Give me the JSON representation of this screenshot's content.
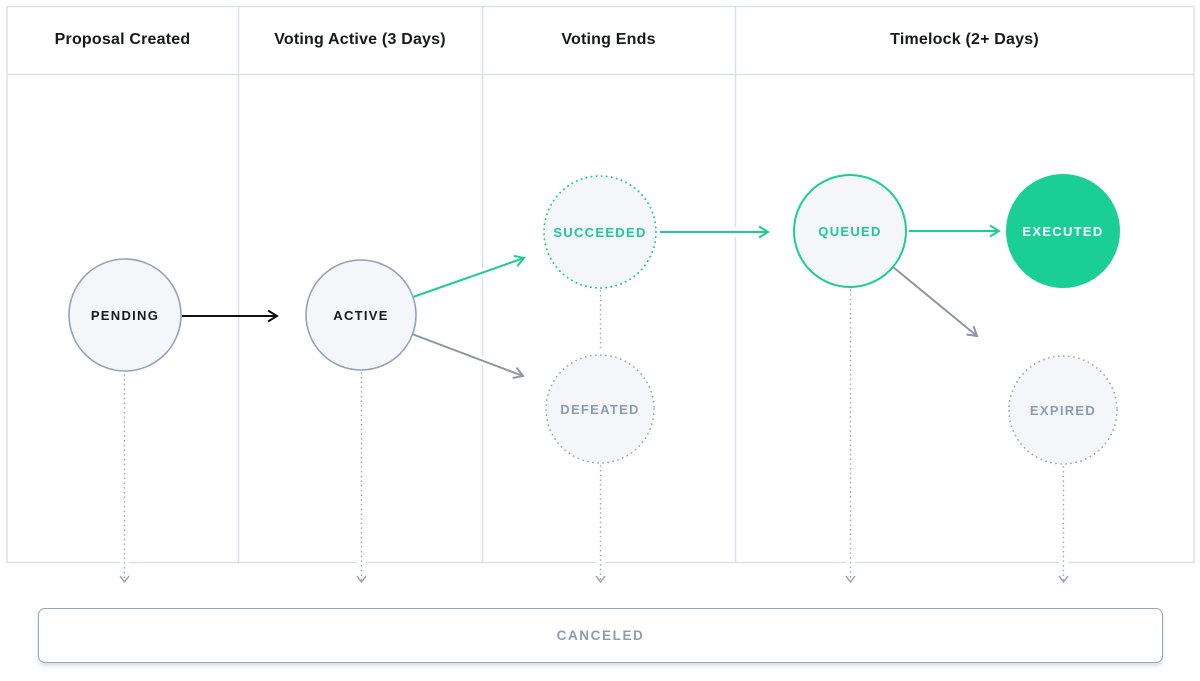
{
  "phases": [
    {
      "label": "Proposal Created"
    },
    {
      "label": "Voting Active (3 Days)"
    },
    {
      "label": "Voting Ends"
    },
    {
      "label": "Timelock (2+ Days)"
    }
  ],
  "states": [
    {
      "id": "pending",
      "label": "PENDING",
      "style": "solid-slate"
    },
    {
      "id": "active",
      "label": "ACTIVE",
      "style": "solid-slate"
    },
    {
      "id": "succeeded",
      "label": "SUCCEEDED",
      "style": "dotted-green"
    },
    {
      "id": "defeated",
      "label": "DEFEATED",
      "style": "dotted-gray"
    },
    {
      "id": "queued",
      "label": "QUEUED",
      "style": "solid-green"
    },
    {
      "id": "executed",
      "label": "EXECUTED",
      "style": "filled-green"
    },
    {
      "id": "expired",
      "label": "EXPIRED",
      "style": "dotted-gray"
    },
    {
      "id": "canceled",
      "label": "CANCELED",
      "style": "bar"
    }
  ],
  "transitions": [
    {
      "from": "pending",
      "to": "active",
      "style": "black-solid"
    },
    {
      "from": "active",
      "to": "succeeded",
      "style": "green-solid"
    },
    {
      "from": "active",
      "to": "defeated",
      "style": "gray-solid"
    },
    {
      "from": "succeeded",
      "to": "queued",
      "style": "green-solid"
    },
    {
      "from": "queued",
      "to": "executed",
      "style": "green-solid"
    },
    {
      "from": "queued",
      "to": "expired",
      "style": "gray-solid"
    },
    {
      "from": "pending",
      "to": "canceled",
      "style": "dotted"
    },
    {
      "from": "active",
      "to": "canceled",
      "style": "dotted"
    },
    {
      "from": "succeeded",
      "to": "defeated",
      "style": "dotted"
    },
    {
      "from": "defeated",
      "to": "canceled",
      "style": "dotted"
    },
    {
      "from": "queued",
      "to": "canceled",
      "style": "dotted"
    },
    {
      "from": "expired",
      "to": "canceled",
      "style": "dotted"
    }
  ],
  "colors": {
    "green": "#1ace96",
    "green_text": "#1fc898",
    "slate_border": "#93a2b7",
    "dotted_gray_border": "#9aa7b8",
    "node_fill": "#f4f6f9",
    "muted_text": "#8d9db0",
    "dark_text": "#17191c",
    "grid_line": "#dde1e7",
    "arrow_gray": "#8b97a7",
    "arrow_black": "#111111",
    "executed_text": "#ffffff"
  }
}
